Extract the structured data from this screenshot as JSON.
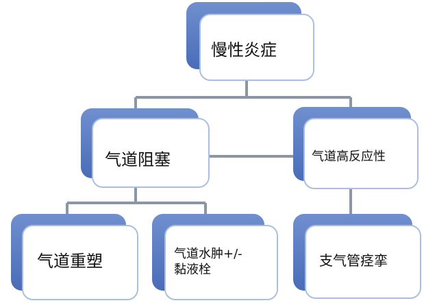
{
  "diagram": {
    "colors": {
      "connector": "#8a95a6",
      "box_back": "#5a7cc2",
      "box_border": "#a9bfe2",
      "box_fill": "#ffffff",
      "text": "#111111"
    },
    "root": {
      "label": "慢性炎症"
    },
    "level2": [
      {
        "label": "气道阻塞"
      },
      {
        "label": "气道高反应性"
      }
    ],
    "level3": [
      {
        "label": "气道重塑"
      },
      {
        "label_line1": "气道水肿+/-",
        "label_line2": "黏液栓"
      },
      {
        "label": "支气管痉挛"
      }
    ]
  }
}
